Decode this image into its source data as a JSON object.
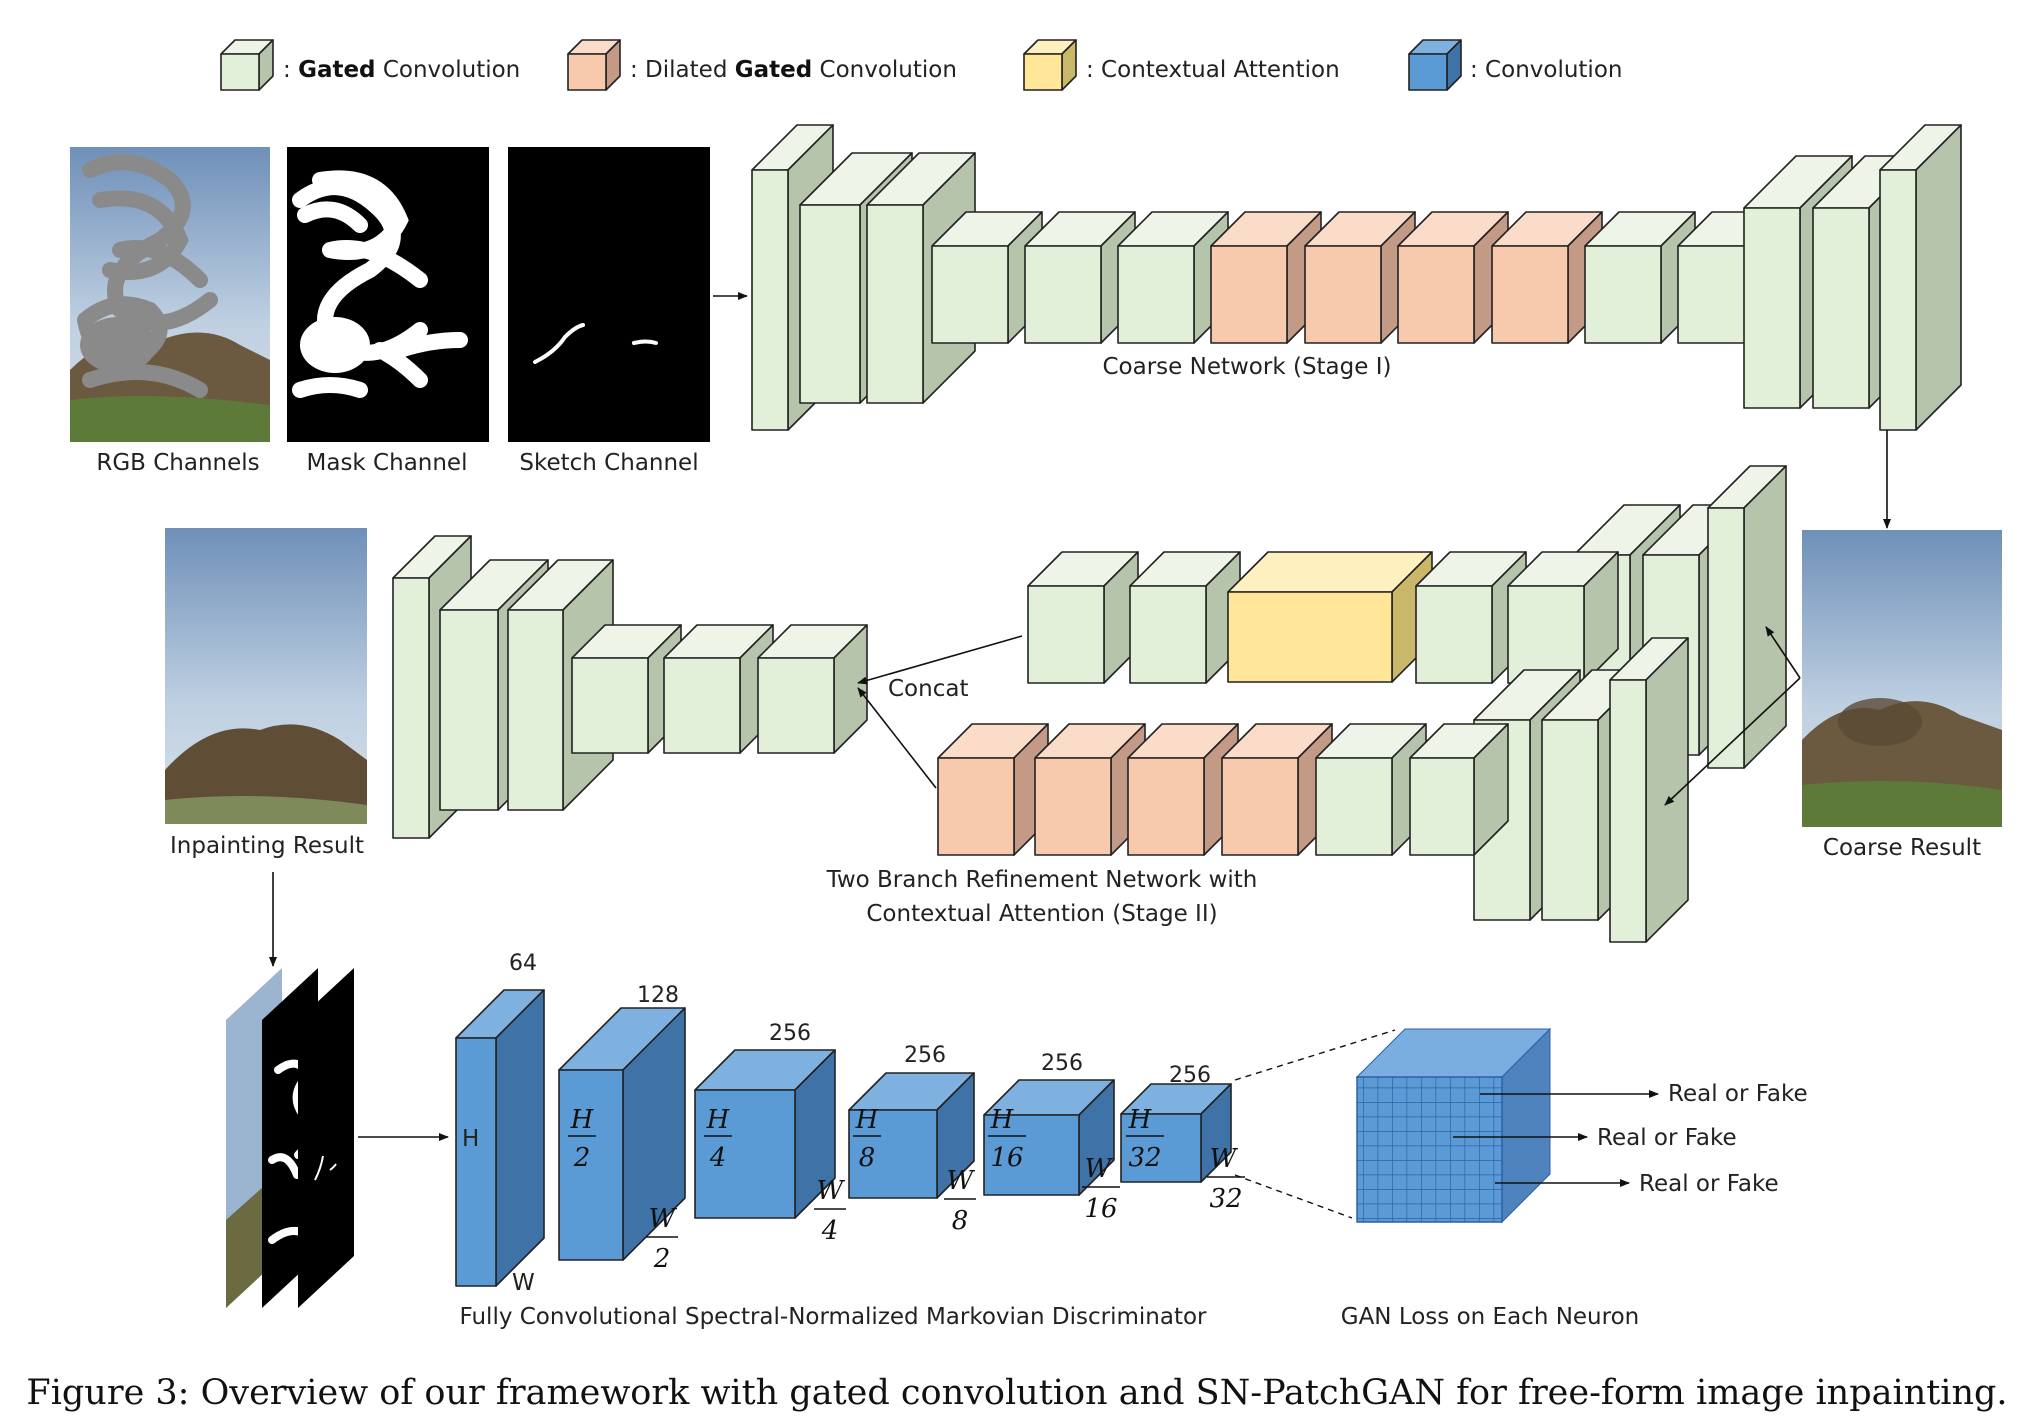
{
  "legend": {
    "gated": {
      "bold": "Gated",
      "rest": " Convolution",
      "prefix": ": "
    },
    "dilated": {
      "prefix": ": Dilated ",
      "bold": "Gated",
      "rest": " Convolution"
    },
    "contextual": ": Contextual Attention",
    "conv": ": Convolution"
  },
  "inputs": {
    "rgb": "RGB Channels",
    "mask": "Mask Channel",
    "sketch": "Sketch Channel"
  },
  "coarse_label": "Coarse Network (Stage I)",
  "coarse_result": "Coarse Result",
  "inpainting_result": "Inpainting Result",
  "concat": "Concat",
  "refine_label_1": "Two Branch Refinement Network with",
  "refine_label_2": "Contextual Attention (Stage II)",
  "disc_channels": [
    "64",
    "128",
    "256",
    "256",
    "256",
    "256"
  ],
  "disc_h": [
    "H",
    "H",
    "H",
    "H",
    "H",
    "H"
  ],
  "disc_h_den": [
    "",
    "2",
    "4",
    "8",
    "16",
    "32"
  ],
  "disc_w": [
    "W",
    "W",
    "W",
    "W",
    "W",
    "W"
  ],
  "disc_w_den": [
    "",
    "2",
    "4",
    "8",
    "16",
    "32"
  ],
  "disc_label": "Fully Convolutional Spectral-Normalized Markovian Discriminator",
  "gan_label": "GAN Loss on Each Neuron",
  "real_or_fake": [
    "Real or Fake",
    "Real or Fake",
    "Real or Fake"
  ],
  "caption": "Figure 3: Overview of our framework with gated convolution and SN-PatchGAN for free-form image inpainting.",
  "colors": {
    "gated": "#e2efd9",
    "dilated": "#f7c9ad",
    "contextual": "#ffe699",
    "conv": "#5b9bd5"
  }
}
